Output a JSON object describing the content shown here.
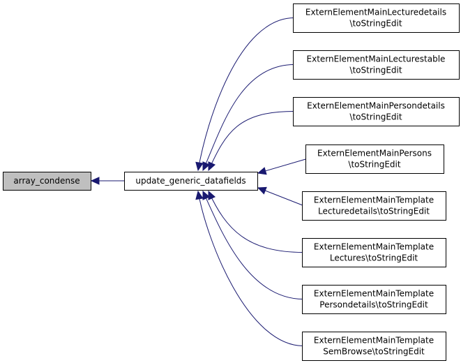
{
  "graph": {
    "root": {
      "id": "array_condense",
      "lines": [
        "array_condense"
      ],
      "selected": true
    },
    "hub": {
      "id": "update_generic_datafields",
      "lines": [
        "update_generic_datafields"
      ]
    },
    "callers": [
      {
        "id": "lecturedetails",
        "lines": [
          "ExternElementMainLecturedetails",
          "\\toStringEdit"
        ]
      },
      {
        "id": "lecturestable",
        "lines": [
          "ExternElementMainLecturestable",
          "\\toStringEdit"
        ]
      },
      {
        "id": "persondetails",
        "lines": [
          "ExternElementMainPersondetails",
          "\\toStringEdit"
        ]
      },
      {
        "id": "persons",
        "lines": [
          "ExternElementMainPersons",
          "\\toStringEdit"
        ]
      },
      {
        "id": "template-lecturedetails",
        "lines": [
          "ExternElementMainTemplate",
          "Lecturedetails\\toStringEdit"
        ]
      },
      {
        "id": "template-lectures",
        "lines": [
          "ExternElementMainTemplate",
          "Lectures\\toStringEdit"
        ]
      },
      {
        "id": "template-persondetails",
        "lines": [
          "ExternElementMainTemplate",
          "Persondetails\\toStringEdit"
        ]
      },
      {
        "id": "template-sembrowse",
        "lines": [
          "ExternElementMainTemplate",
          "SemBrowse\\toStringEdit"
        ]
      }
    ],
    "colors": {
      "edge": "#191970",
      "selected_fill": "#bfbfbf",
      "node_fill": "#ffffff",
      "border": "#000000"
    }
  }
}
